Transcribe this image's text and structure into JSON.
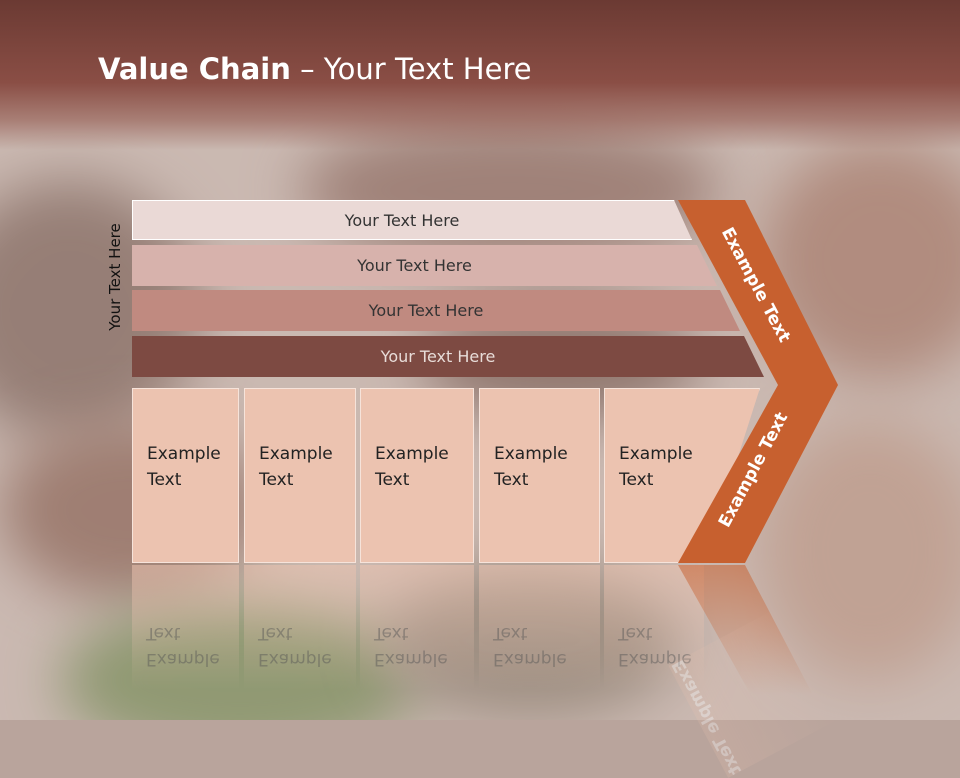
{
  "title": {
    "bold": "Value Chain",
    "rest": " – Your Text Here"
  },
  "side_label": "Your Text Here",
  "bars": [
    "Your Text Here",
    "Your Text Here",
    "Your Text Here",
    "Your Text Here"
  ],
  "cells": [
    {
      "line1": "Example",
      "line2": "Text"
    },
    {
      "line1": "Example",
      "line2": "Text"
    },
    {
      "line1": "Example",
      "line2": "Text"
    },
    {
      "line1": "Example",
      "line2": "Text"
    },
    {
      "line1": "Example",
      "line2": "Text"
    }
  ],
  "chevron": {
    "top_label": "Example Text",
    "bottom_label": "Example Text"
  },
  "colors": {
    "title_band": "#6b3a33",
    "chevron": "#c7602f",
    "cell": "#ecc3b0",
    "bar_dark": "#7d4a42"
  }
}
